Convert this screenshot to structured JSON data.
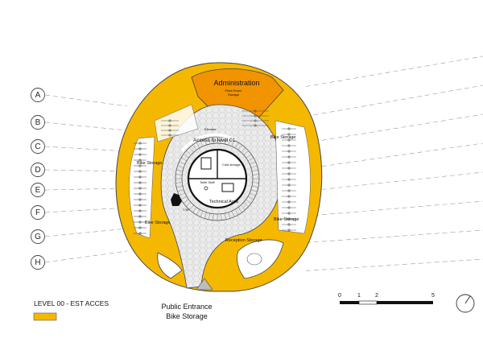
{
  "title": "LEVEL 00 - EST ACCES",
  "grid_axes": [
    "A",
    "B",
    "C",
    "D",
    "E",
    "F",
    "G",
    "H"
  ],
  "rooms": {
    "administration": "Administration",
    "plant_room": "Plant Room",
    "storage": "Storage",
    "access_level": "Access to level 01",
    "bike_storage_nw": "Bike Storage",
    "bike_storage_ne": "Bike Storage",
    "bike_storage_w": "Bike Storage",
    "bike_storage_e": "Bike Storage",
    "technical_area": "Technical Area",
    "toilet_staff": "Toilet Staff",
    "cold_storage": "Cold storage",
    "reception_storage": "Reception Storage",
    "elevator": "Elevator"
  },
  "level_mark": "1.50",
  "entrance": [
    "Public Entrance",
    "Bike Storage"
  ],
  "scale": {
    "ticks": [
      "0",
      "1",
      "2",
      "5"
    ]
  },
  "colors": {
    "yellow": "#F5B800",
    "orange": "#F29400",
    "hex_floor": "#E9E9E9",
    "line": "#333333"
  }
}
